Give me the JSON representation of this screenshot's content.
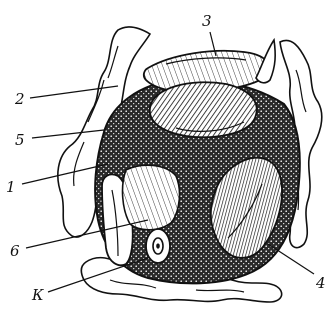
{
  "figure": {
    "labels": {
      "l1": "1",
      "l2": "2",
      "l3": "3",
      "l4": "4",
      "l5": "5",
      "l6": "6",
      "lk": "К"
    }
  },
  "colors": {
    "ink": "#111111",
    "paper": "#ffffff"
  }
}
